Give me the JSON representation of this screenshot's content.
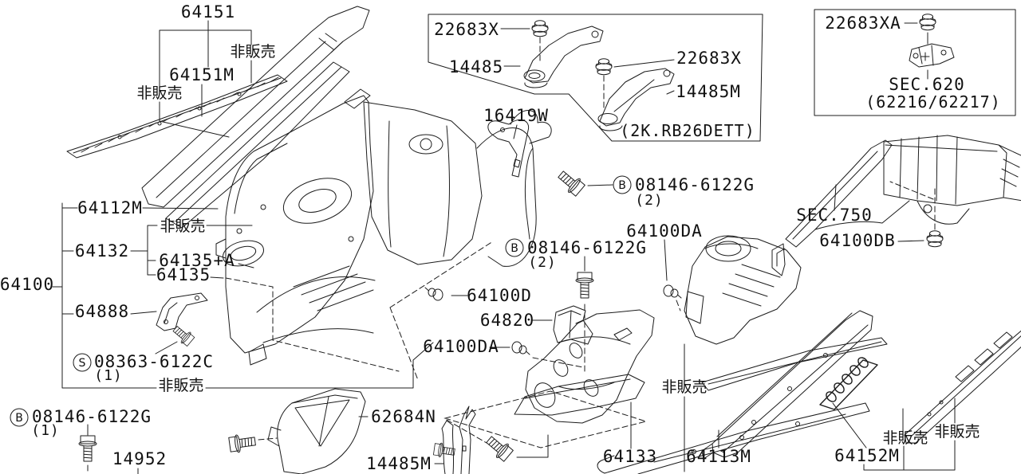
{
  "title": "Hood ledge and fitting parts diagram",
  "colors": {
    "background": "#ffffff",
    "line": "#1c1c1c",
    "text": "#111111"
  },
  "labels": {
    "top_left": {
      "part": "64151",
      "sub_part": "64151M",
      "not_sold_right": "非販売",
      "not_sold_left": "非販売"
    },
    "engine_bracket_box": {
      "grommet_left": "22683X",
      "bracket_left": "14485",
      "grommet_right": "22683X",
      "bracket_right": "14485M",
      "engine_note": "(2K.RB26DETT)"
    },
    "sec620_box": {
      "grommet": "22683XA",
      "section": "SEC.620",
      "section_parts": "(62216/62217)"
    },
    "clamp": {
      "part": "16419W"
    },
    "bolt_callout_top": {
      "letter": "B",
      "part": "08146-6122G",
      "qty": "(2)"
    },
    "bolt_callout_mid": {
      "letter": "B",
      "part": "08146-6122G",
      "qty": "(2)"
    },
    "bolt_callout_bottom_left": {
      "letter": "B",
      "part": "08146-6122G",
      "qty": "(1)"
    },
    "screw_callout": {
      "letter": "S",
      "part": "08363-6122C",
      "qty": "(1)"
    },
    "hoodledge_group": {
      "assembly": "64100",
      "hoodledge": "64112M",
      "reinforce": "64132",
      "patch_a": "64135+A",
      "patch": "64135",
      "bracket": "64888",
      "not_sold_upper": "非販売",
      "not_sold_lower": "非販売"
    },
    "clips": {
      "clip_d": "64100D",
      "clip_da_left": "64100DA",
      "clip_da_right": "64100DA",
      "clip_db": "64100DB"
    },
    "sec750": {
      "section": "SEC.750"
    },
    "bracket_64820": {
      "part": "64820"
    },
    "engine_slinger": {
      "part": "14952"
    },
    "air_guide": {
      "part": "62684N"
    },
    "bracket_14485m": {
      "part": "14485M"
    },
    "apron_group": {
      "apron": "64133",
      "not_sold": "非販売"
    },
    "member_group": {
      "member": "64113M",
      "plate": "64152M",
      "not_sold_a": "非販売",
      "not_sold_b": "非販売"
    }
  }
}
